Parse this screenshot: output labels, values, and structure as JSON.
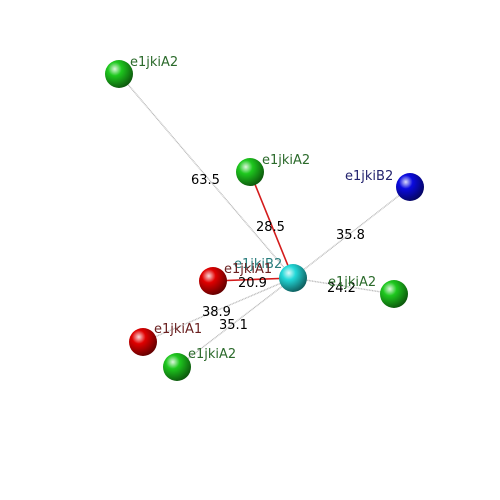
{
  "colors": {
    "cyan": "#22d8d8",
    "green": "#1ec81e",
    "red": "#e00000",
    "blue": "#0a0ae0",
    "label_green": "#2b6a2b",
    "label_red": "#6a2020",
    "label_blue": "#23236e",
    "label_cyan": "#2a7d7d",
    "bond_plain": "#bbbbbb",
    "bond_red": "#d41c1c"
  },
  "atoms": [
    {
      "id": "center",
      "label": "e1jkiB2",
      "color": "cyan"
    },
    {
      "id": "g1",
      "label": "e1jkiA2",
      "color": "green"
    },
    {
      "id": "g2",
      "label": "e1jkiA2",
      "color": "green"
    },
    {
      "id": "b1",
      "label": "e1jkiB2",
      "color": "blue"
    },
    {
      "id": "r1",
      "label": "e1jkiA1",
      "color": "red"
    },
    {
      "id": "g3",
      "label": "e1jkiA2",
      "color": "green"
    },
    {
      "id": "r2",
      "label": "e1jkiA1",
      "color": "red"
    },
    {
      "id": "g4",
      "label": "e1jkiA2",
      "color": "green"
    }
  ],
  "bonds": [
    {
      "to": "g1",
      "distance": "63.5",
      "style": "plain"
    },
    {
      "to": "g2",
      "distance": "28.5",
      "style": "red"
    },
    {
      "to": "b1",
      "distance": "35.8",
      "style": "plain"
    },
    {
      "to": "r1",
      "distance": "20.9",
      "style": "red"
    },
    {
      "to": "g3",
      "distance": "24.2",
      "style": "plain"
    },
    {
      "to": "r2",
      "distance": "38.9",
      "style": "plain"
    },
    {
      "to": "g4",
      "distance": "35.1",
      "style": "plain"
    }
  ]
}
